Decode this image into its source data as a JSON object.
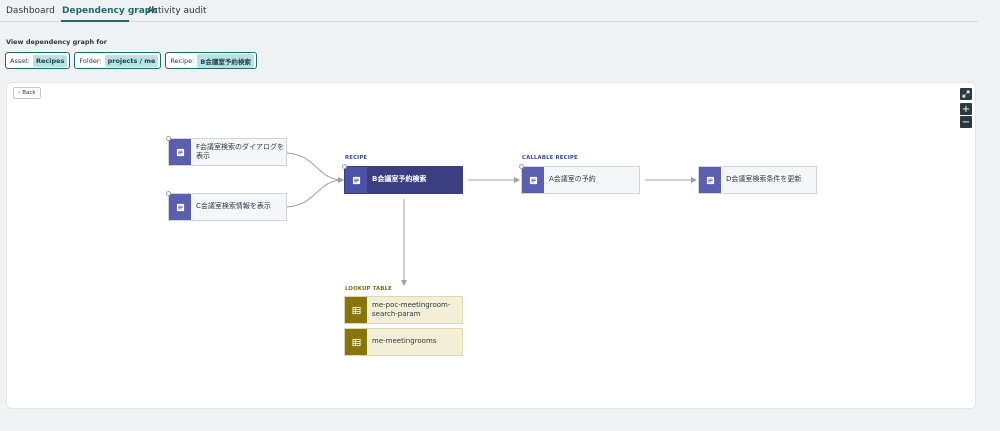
{
  "tabs": [
    {
      "label": "Dashboard"
    },
    {
      "label": "Dependency graph"
    },
    {
      "label": "Activity audit"
    }
  ],
  "view_label": "View dependency graph for",
  "chips": [
    {
      "key": "Asset:",
      "value": "Recipes"
    },
    {
      "key": "Folder:",
      "value": "projects / me"
    },
    {
      "key": "Recipe:",
      "value": "B会議室予約検索"
    }
  ],
  "back_label": "Back",
  "controls": {
    "collapse_icon": "collapse-icon",
    "zoom_in": "+",
    "zoom_out": "−"
  },
  "colors": {
    "accent": "#1d6c6c",
    "recipe": "#5a5fb0",
    "recipe_dark": "#3a3f82",
    "lookup": "#8a7410"
  },
  "captions": {
    "recipe": "RECIPE",
    "callable_recipe": "CALLABLE RECIPE",
    "lookup_table": "LOOKUP TABLE"
  },
  "nodes": {
    "f": {
      "label": "F会議室検索のダイアログを表示",
      "icon": "recipe-icon"
    },
    "c": {
      "label": "C会議室検索情報を表示",
      "icon": "recipe-icon"
    },
    "b": {
      "label": "B会議室予約検索",
      "icon": "recipe-icon"
    },
    "a": {
      "label": "A会議室の予約",
      "icon": "recipe-icon"
    },
    "d": {
      "label": "D会議室検索条件を更新",
      "icon": "recipe-icon"
    },
    "lt1": {
      "label": "me-poc-meetingroom-search-param",
      "icon": "table-icon"
    },
    "lt2": {
      "label": "me-meetingrooms",
      "icon": "table-icon"
    }
  }
}
